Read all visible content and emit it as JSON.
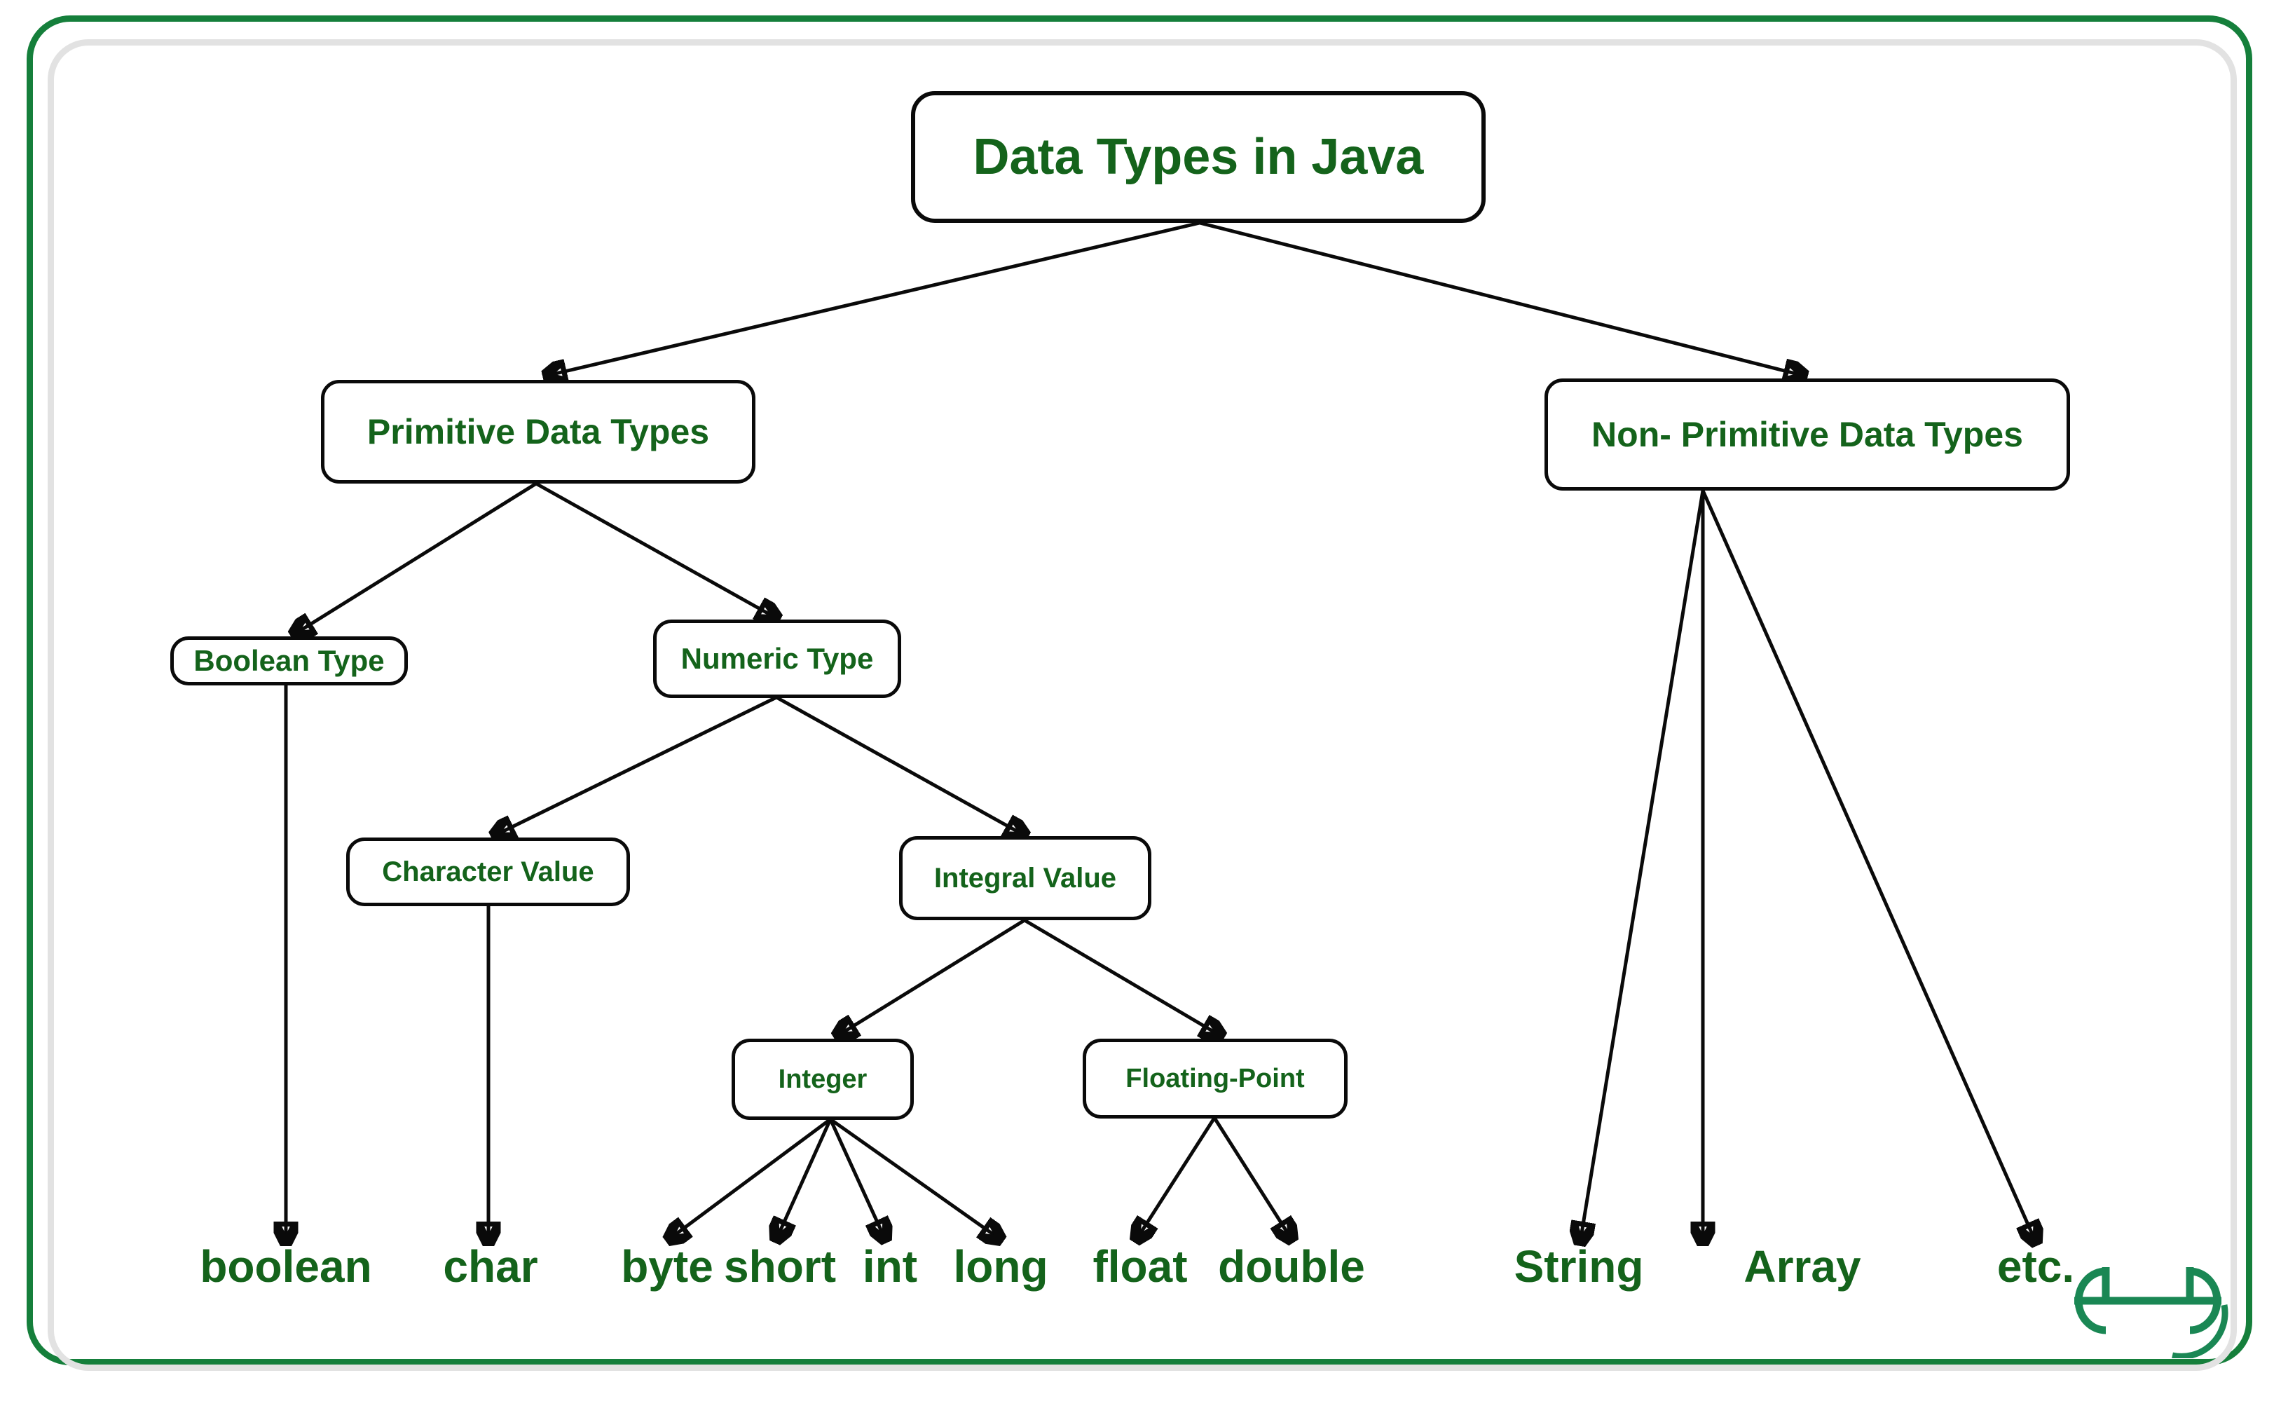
{
  "diagram": {
    "title": "Data Types in Java",
    "theme": {
      "text_color": "#14631b",
      "border_color": "#0a0a0a",
      "frame_green": "#157f3b",
      "frame_gray": "#e2e2e2",
      "background": "#ffffff"
    },
    "nodes": {
      "root": "Data Types in Java",
      "primitive": "Primitive Data Types",
      "non_primitive": "Non- Primitive Data Types",
      "boolean_type": "Boolean Type",
      "numeric_type": "Numeric Type",
      "character_value": "Character Value",
      "integral_value": "Integral Value",
      "integer": "Integer",
      "floating_point": "Floating-Point"
    },
    "leaves": {
      "boolean": "boolean",
      "char": "char",
      "byte": "byte",
      "short": "short",
      "int": "int",
      "long": "long",
      "float": "float",
      "double": "double",
      "string": "String",
      "array": "Array",
      "etc": "etc."
    },
    "logo": {
      "name": "geeksforgeeks-logo",
      "color": "#1a8754"
    }
  }
}
